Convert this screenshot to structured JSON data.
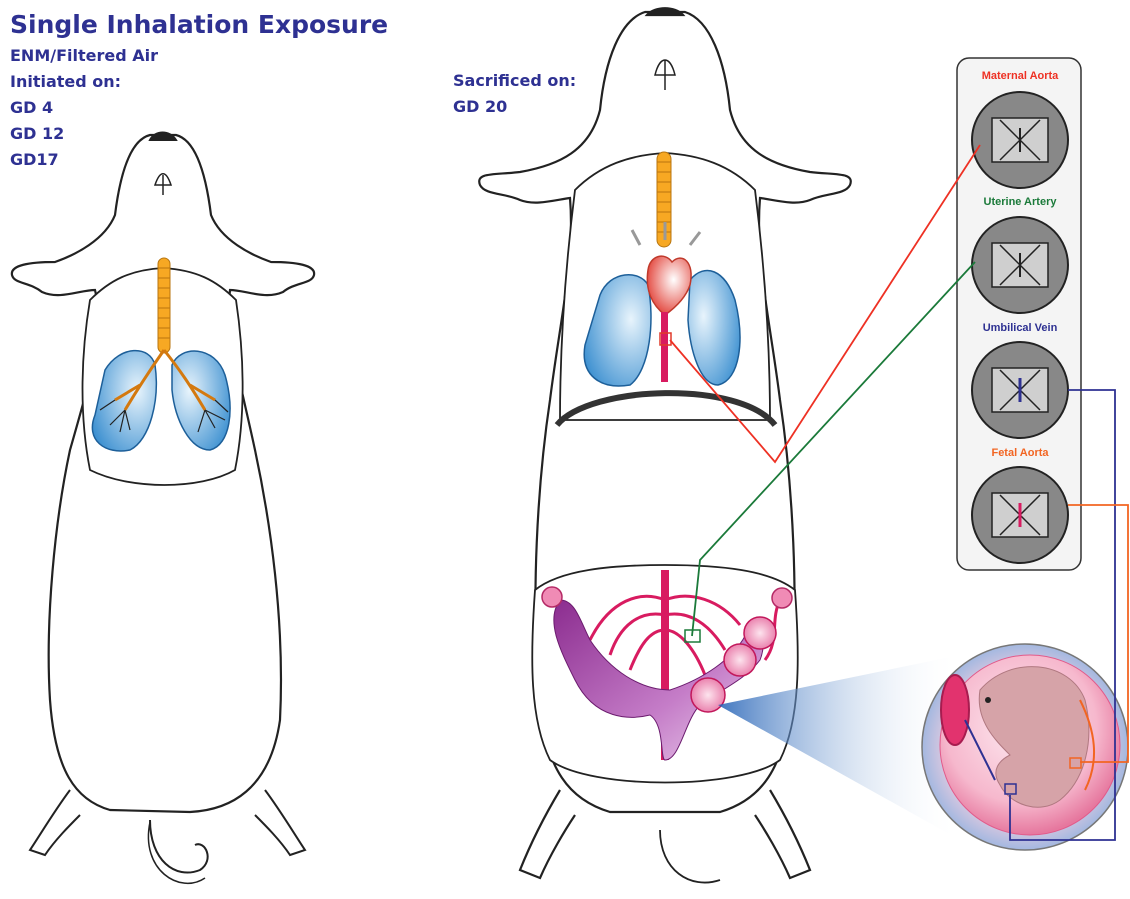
{
  "header": {
    "title": "Single Inhalation Exposure",
    "exposure": "ENM/Filtered Air",
    "initiated_label": "Initiated on:",
    "gestation_days": [
      "GD 4",
      "GD 12",
      "GD17"
    ]
  },
  "sacrifice": {
    "label": "Sacrificed on:",
    "day": "GD 20"
  },
  "myograph_panel": {
    "vessels": [
      {
        "label": "Maternal Aorta",
        "color": "#ee3124"
      },
      {
        "label": "Uterine Artery",
        "color": "#1b7a3a"
      },
      {
        "label": "Umbilical Vein",
        "color": "#2e3192"
      },
      {
        "label": "Fetal Aorta",
        "color": "#f26522"
      }
    ]
  },
  "colors": {
    "text": "#2e3192",
    "trachea": "#f7a823",
    "lung": "#5aa6dc",
    "heart": "#e0342a",
    "uterus": "#8b2c8f",
    "vessels": "#d81b60",
    "embryo_sac": "#f48fb1"
  }
}
